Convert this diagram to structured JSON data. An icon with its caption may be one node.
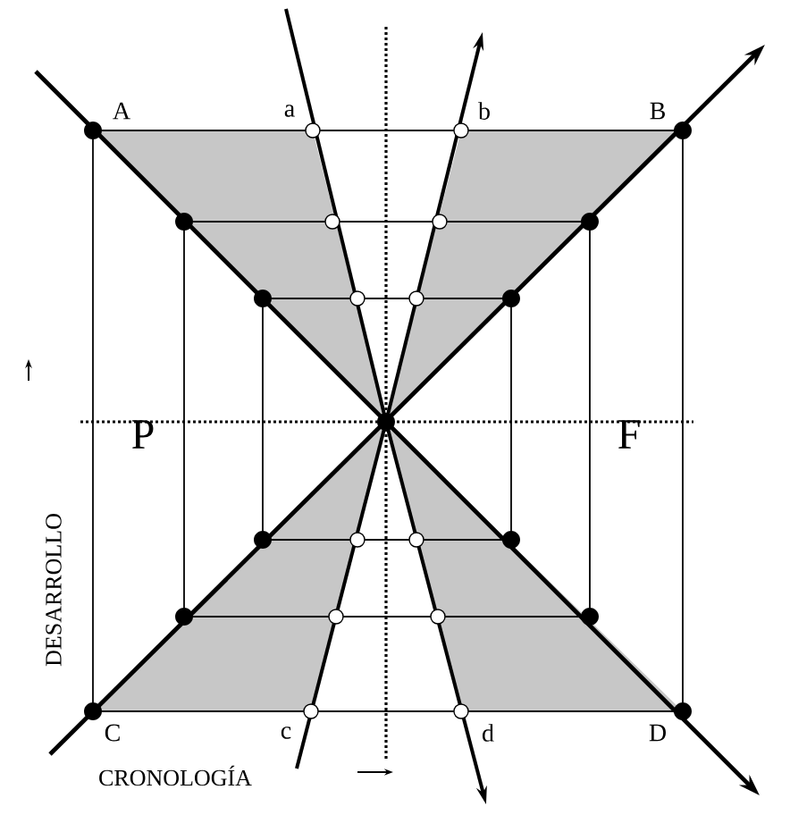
{
  "diagram": {
    "labels": [
      "A",
      "a",
      "b",
      "B",
      "P",
      "F",
      "DESARROLLO",
      "C",
      "c",
      "d",
      "D",
      "CRONOLOGÍA"
    ]
  }
}
